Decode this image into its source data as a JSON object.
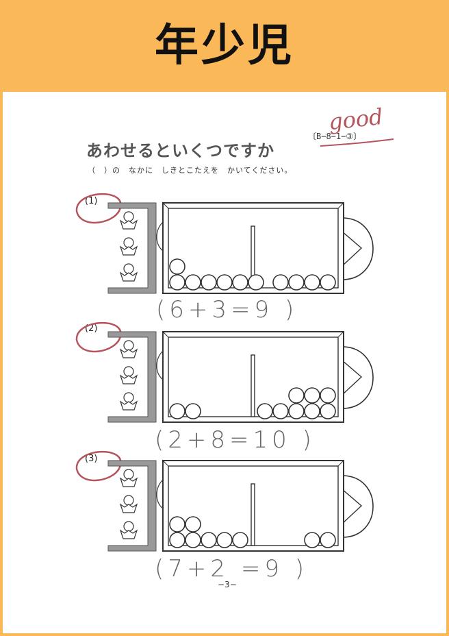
{
  "header": {
    "title": "年少児"
  },
  "worksheet": {
    "title": "あわせるといくつですか",
    "code": "〔B−8−1−③〕",
    "instruction": "（　）の　なかに　しきとこたえを　かいてください。",
    "teacher_mark": "good",
    "page_number": "−3−",
    "questions": [
      {
        "label": "(1)",
        "answer": "(6+3=9  )"
      },
      {
        "label": "(2)",
        "answer": "(2+8=10 )"
      },
      {
        "label": "(3)",
        "answer": "(7+2 =9 )"
      }
    ]
  },
  "colors": {
    "header_bg": "#fbb858",
    "pen": "#b5545c",
    "pencil": "#666666"
  }
}
